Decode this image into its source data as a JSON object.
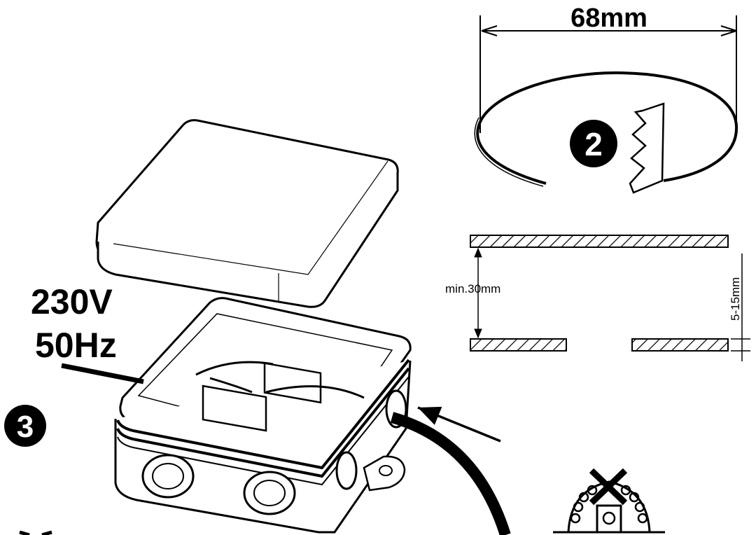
{
  "labels": {
    "diameter": "68mm",
    "voltage": "230V",
    "frequency": "50Hz",
    "min_depth": "min.30mm",
    "ceiling_thickness": "5-15mm",
    "step_2": "2",
    "step_3": "3"
  },
  "colors": {
    "line": "#000000",
    "background": "#ffffff",
    "badge": "#000000",
    "badge_text": "#ffffff"
  }
}
